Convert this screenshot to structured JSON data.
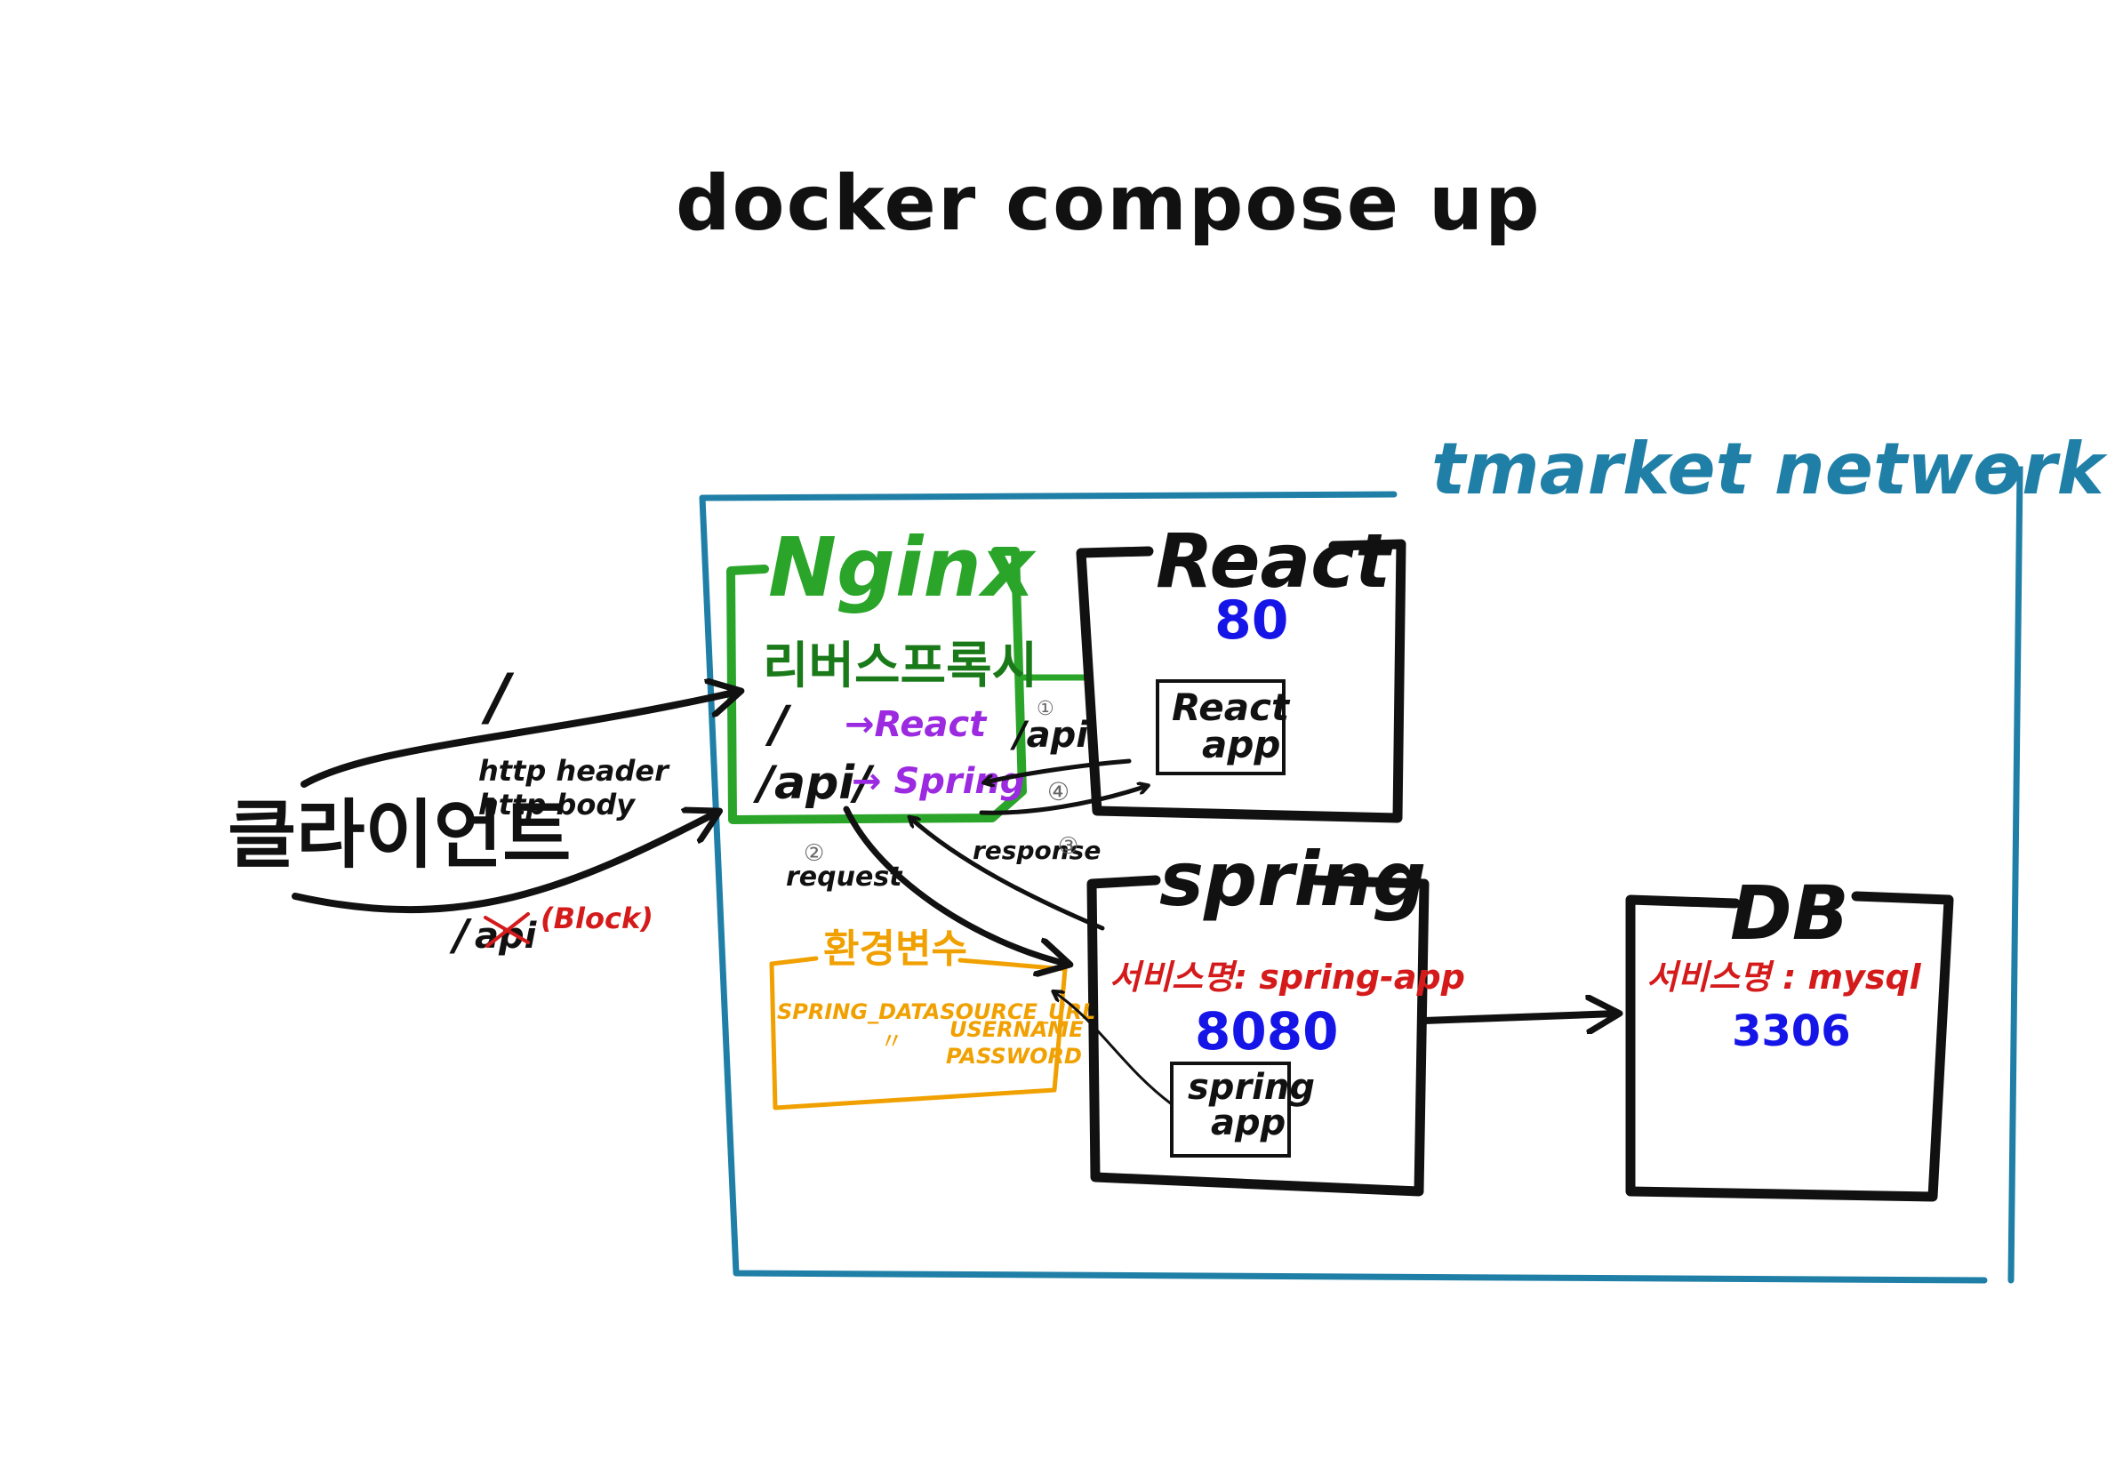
{
  "title": "docker compose up",
  "network": {
    "label": "tmarket network",
    "color": "#1f7fa6"
  },
  "client": {
    "label": "클라이언트",
    "root_path": "/",
    "http_header": "http header",
    "http_body": "http body",
    "api_path_prefix": "/",
    "api_path_struck": "api",
    "block_label": "(Block)"
  },
  "nginx": {
    "title": "Nginx",
    "subtitle": "리버스프록시",
    "route_root": "/",
    "route_root_target": "→React",
    "route_api": "/api/",
    "route_api_target": "→ Spring",
    "color": "#2aa52a"
  },
  "react": {
    "title": "React",
    "port": "80",
    "app_line1": "React",
    "app_line2": "app",
    "step1_num": "①",
    "step1_path": "/api"
  },
  "spring": {
    "title": "spring",
    "service_name": "서비스명: spring-app",
    "port": "8080",
    "app_line1": "spring",
    "app_line2": "app"
  },
  "db": {
    "title": "DB",
    "service_name": "서비스명 : mysql",
    "port": "3306"
  },
  "env": {
    "title": "환경변수",
    "line1": "SPRING_DATASOURCE_URL",
    "ditto": "〃",
    "line2": "USERNAME",
    "line3": "PASSWORD",
    "color": "#f0a000"
  },
  "steps": {
    "step2_num": "②",
    "step2_label": "request",
    "step3_label": "response",
    "step3_num": "③",
    "step4_num": "④"
  },
  "colors": {
    "ink": "#111111",
    "port_blue": "#1515e8",
    "service_red": "#d41a1a",
    "route_purple": "#9b2ae0",
    "step_grey": "#666666"
  }
}
